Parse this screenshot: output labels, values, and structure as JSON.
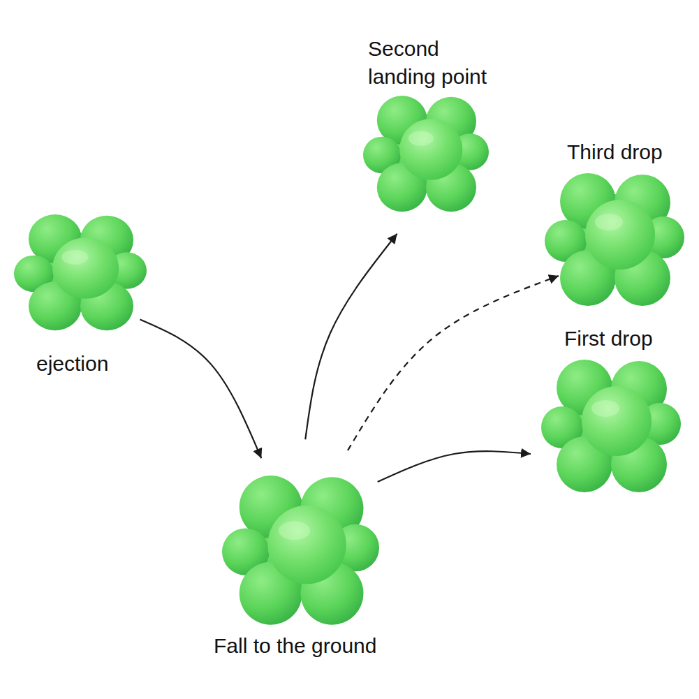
{
  "diagram": {
    "nodes": [
      {
        "text": [
          "ejection"
        ]
      },
      {
        "text": [
          "Fall to the ground"
        ]
      },
      {
        "text": [
          "First drop"
        ]
      },
      {
        "text": [
          "Second landing point"
        ]
      },
      {
        "text": [
          "Third drop"
        ]
      }
    ],
    "edges": [
      {
        "from": 0,
        "to": 1,
        "arrow": "to"
      },
      {
        "from": 1,
        "to": 3,
        "arrow": "to"
      },
      {
        "from": 1,
        "to": 4,
        "arrow": "to"
      },
      {
        "from": 1,
        "to": 2,
        "arrow": "to"
      }
    ]
  }
}
